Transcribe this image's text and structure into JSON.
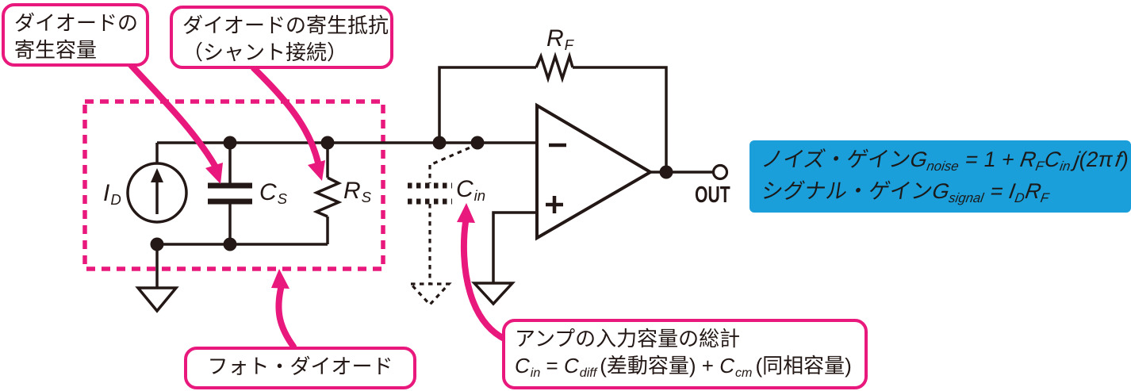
{
  "colors": {
    "pink": "#e8187c",
    "blue": "#1a9fdb",
    "ink": "#231815"
  },
  "callouts": {
    "diode_capacitance": {
      "line1": "ダイオードの",
      "line2": "寄生容量"
    },
    "diode_resistance": {
      "line1": "ダイオードの寄生抵抗",
      "line2": "（シャント接続）"
    },
    "photodiode": {
      "label": "フォト・ダイオード"
    },
    "amp_input_capacitance": {
      "line1": "アンプの入力容量の総計",
      "f_c1": "C",
      "f_c1sub": "in",
      "f_eq": " = ",
      "f_c2": "C",
      "f_c2sub": "diff",
      "f_t1": "(差動容量)",
      "f_plus": " + ",
      "f_c3": "C",
      "f_c3sub": "cm",
      "f_t2": "(同相容量)"
    }
  },
  "info_box": {
    "noise_jp": "ノイズ・ゲイン",
    "noise_g": "G",
    "noise_gsub": "noise",
    "noise_mid": " = 1 + ",
    "noise_r": "R",
    "noise_rsub": "F",
    "noise_c": "C",
    "noise_csub": "in",
    "noise_j": "j",
    "noise_open": "(2π",
    "noise_f": "f",
    "noise_close": ")",
    "signal_jp": "シグナル・ゲイン",
    "signal_g": "G",
    "signal_gsub": "signal",
    "signal_eq": " = ",
    "signal_i": "I",
    "signal_isub": "D",
    "signal_r": "R",
    "signal_rsub": "F"
  },
  "labels": {
    "id": {
      "base": "I",
      "sub": "D"
    },
    "cs": {
      "base": "C",
      "sub": "S"
    },
    "rs": {
      "base": "R",
      "sub": "S"
    },
    "rf": {
      "base": "R",
      "sub": "F"
    },
    "cin": {
      "base": "C",
      "sub": "in"
    },
    "out": "OUT"
  }
}
